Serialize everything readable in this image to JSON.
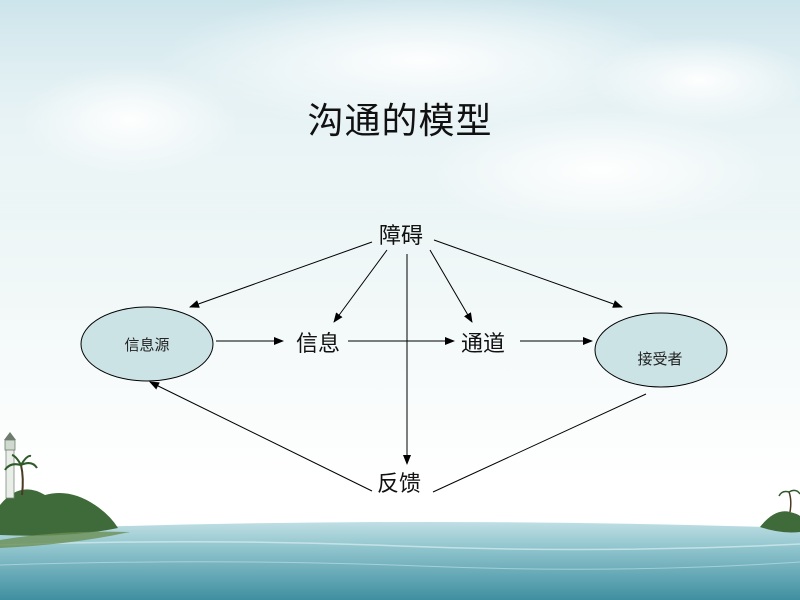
{
  "title": "沟通的模型",
  "nodes": {
    "barrier": "障碍",
    "message": "信息",
    "channel": "通道",
    "feedback": "反馈"
  },
  "ellipses": {
    "source": "信息源",
    "receiver": "接受者"
  },
  "colors": {
    "ellipse_fill": "#cce3e6",
    "stroke": "#000000"
  }
}
